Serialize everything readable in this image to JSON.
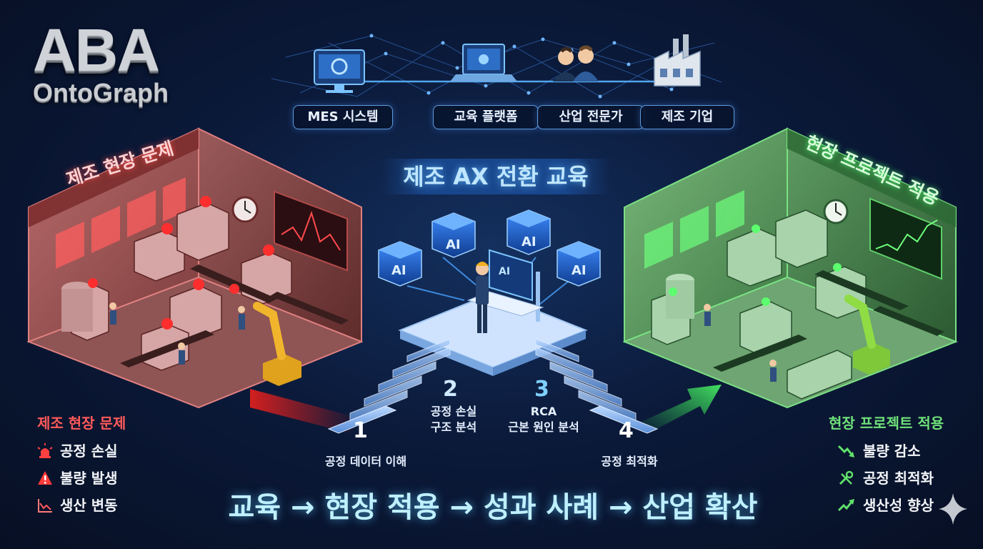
{
  "logo": {
    "main": "ABA",
    "sub": "OntoGraph"
  },
  "network": {
    "nodes": [
      {
        "label": "MES 시스템",
        "icon": "monitor-gear-icon"
      },
      {
        "label": "교육 플랫폼",
        "icon": "laptop-icon"
      },
      {
        "label": "산업 전문가",
        "icon": "experts-icon"
      },
      {
        "label": "제조 기업",
        "icon": "factory-icon"
      }
    ]
  },
  "title": "제조 AX 전환 교육",
  "rooms": {
    "left": {
      "label": "제조 현장 문제",
      "color": "#e04848"
    },
    "right": {
      "label": "현장 프로젝트 적용",
      "color": "#3fbf55"
    }
  },
  "center": {
    "ai_labels": [
      "AI",
      "AI",
      "AI",
      "AI"
    ],
    "screen_label": "AI",
    "steps": [
      {
        "number": "1",
        "label": "공정 데이터 이해"
      },
      {
        "number": "2",
        "label": "공정 손실 구조 분석",
        "line1": "공정 손실",
        "line2": "구조 분석"
      },
      {
        "number": "3",
        "label": "RCA 근본 원인 분석",
        "line1": "RCA",
        "line2": "근본 원인 분석"
      },
      {
        "number": "4",
        "label": "공정 최적화"
      }
    ]
  },
  "problems": {
    "title": "제조 현장 문제",
    "color": "#ff5a5a",
    "items": [
      {
        "label": "공정 손실",
        "icon": "alarm-icon"
      },
      {
        "label": "불량 발생",
        "icon": "warning-icon"
      },
      {
        "label": "생산 변동",
        "icon": "trend-chart-icon"
      }
    ]
  },
  "results": {
    "title": "현장 프로젝트 적용",
    "color": "#6fe07a",
    "items": [
      {
        "label": "불량 감소",
        "icon": "trend-down-icon"
      },
      {
        "label": "공정 최적화",
        "icon": "tools-icon"
      },
      {
        "label": "생산성 향상",
        "icon": "trend-up-icon"
      }
    ]
  },
  "flow": "교육 → 현장 적용 → 성과 사례 → 산업 확산"
}
